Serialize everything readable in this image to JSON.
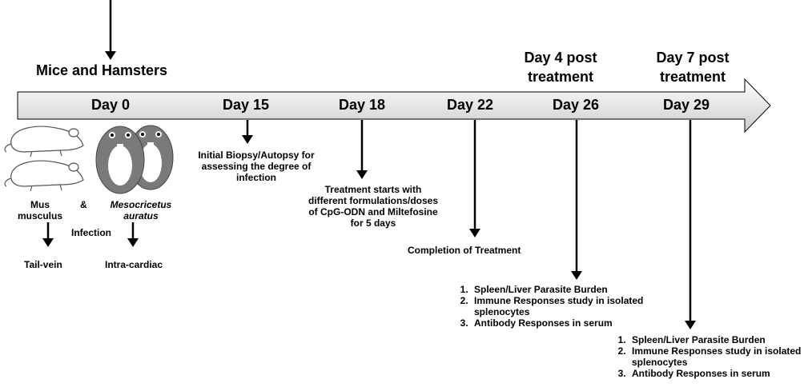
{
  "header": {
    "animals_title": "Mice and Hamsters",
    "day4_title": "Day 4 post treatment",
    "day7_title": "Day 7 post treatment"
  },
  "timeline": {
    "days": [
      "Day 0",
      "Day 15",
      "Day 18",
      "Day 22",
      "Day 26",
      "Day 29"
    ]
  },
  "animals": {
    "mouse_name_line1": "Mus",
    "mouse_name_line2": "musculus",
    "ampersand": "&",
    "hamster_name_line1": "Mesocricetus",
    "hamster_name_line2": "auratus",
    "infection_label": "Infection",
    "mouse_route": "Tail-vein",
    "hamster_route": "Intra-cardiac"
  },
  "events": {
    "day15_text": "Initial Biopsy/Autopsy for assessing the degree of infection",
    "day18_text": "Treatment starts with different formulations/doses of CpG-ODN and Miltefosine for 5 days",
    "day22_text": "Completion of Treatment"
  },
  "outcomes": {
    "day26": [
      "Spleen/Liver Parasite Burden",
      "Immune Responses study in isolated splenocytes",
      "Antibody Responses in serum"
    ],
    "day29": [
      "Spleen/Liver Parasite Burden",
      "Immune Responses study in isolated splenocytes",
      "Antibody Responses in serum"
    ]
  },
  "colors": {
    "arrow_fill_top": "#ffffff",
    "arrow_fill_bottom": "#cfcfcf",
    "animal_gray": "#7a7a7a"
  }
}
